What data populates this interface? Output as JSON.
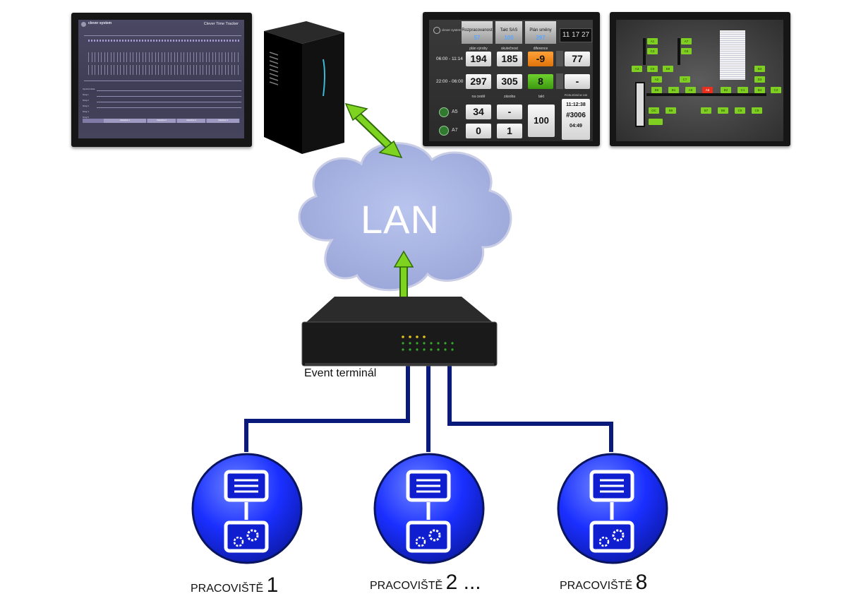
{
  "monitor_time_tracker": {
    "brand": "clever system",
    "title": "Clever Time Tracker",
    "row_labels": [
      "Výrobní linka",
      "Stroj 1",
      "Stroj 2",
      "Stroj 3",
      "Stroj 4",
      "Stroj 5"
    ],
    "footer_cells": [
      "Zakázka 1",
      "Zakázka 2",
      "Zakázka 3",
      "Zakázka 4"
    ]
  },
  "monitor_andon": {
    "brand": "clever system",
    "header_labels": [
      "Rozpracovanost",
      "Takt SAS",
      "Plán směny"
    ],
    "header_values": [
      "57",
      "100",
      "297"
    ],
    "clock": "11 17 27",
    "column_labels": [
      "plán výroby",
      "skutečnost",
      "diference"
    ],
    "row1_label": "06:00 - 11:14",
    "row1_values": [
      "194",
      "185",
      "-9",
      "77"
    ],
    "row2_label": "22:00 - 06:00",
    "row2_values": [
      "297",
      "305",
      "8",
      "-"
    ],
    "lower_labels": [
      "na cestě",
      "zásoba",
      "takt",
      "POSLEDNÍ M 100"
    ],
    "a5_label": "A5",
    "a7_label": "A7",
    "a5_values": [
      "34",
      "-"
    ],
    "a7_values": [
      "0",
      "1"
    ],
    "takt_value": "100",
    "last_time": "11:12:38",
    "last_id": "#3006",
    "last_duration": "04:49"
  },
  "monitor_layout": {
    "cells": [
      "A1",
      "A7",
      "C3",
      "C6",
      "A3",
      "C5",
      "B9",
      "B3",
      "A2",
      "C7",
      "D3",
      "B5",
      "B1",
      "A8",
      "A6",
      "B2",
      "C1",
      "B4",
      "C2",
      "OC",
      "B8",
      "B7",
      "B6",
      "C8",
      "C9"
    ],
    "alert_cell": "A6"
  },
  "network": {
    "cloud_label": "LAN",
    "switch_label": "Event terminál",
    "colors": {
      "link_arrow": "#7ed321",
      "cable": "#0a1a7a",
      "cloud": "#a9b4e0",
      "workstation": "#1a2fff"
    }
  },
  "workstations": [
    {
      "prefix": "PRACOVIŠTĚ",
      "number": "1"
    },
    {
      "prefix": "PRACOVIŠTĚ",
      "number": "2 ..."
    },
    {
      "prefix": "PRACOVIŠTĚ",
      "number": "8"
    }
  ]
}
